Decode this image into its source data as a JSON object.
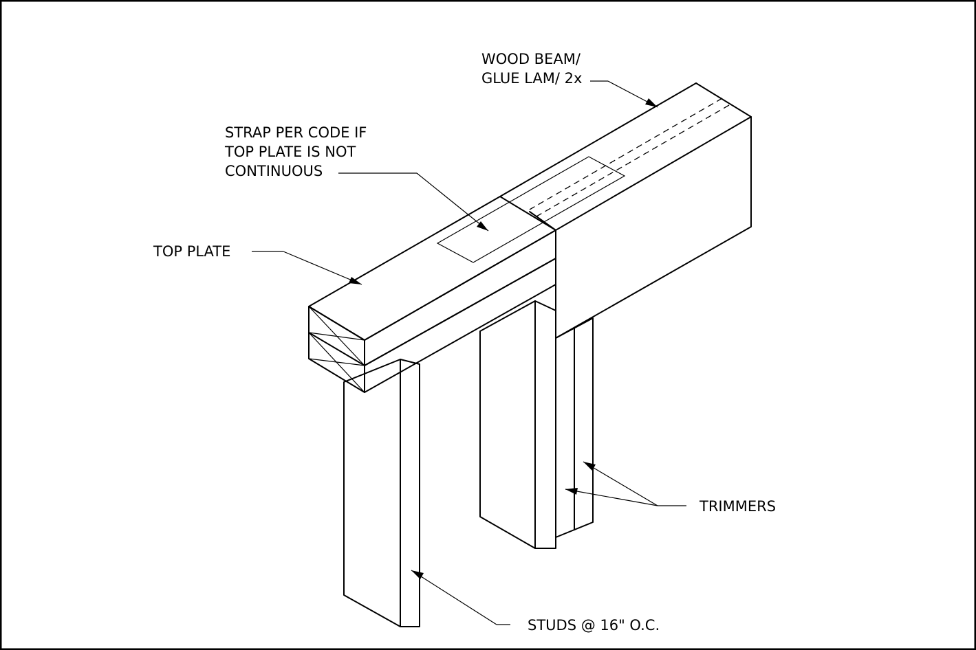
{
  "labels": {
    "wood_beam_line1": "WOOD BEAM/",
    "wood_beam_line2": "GLUE LAM/ 2x",
    "strap_line1": "STRAP PER CODE IF",
    "strap_line2": "TOP PLATE IS NOT",
    "strap_line3": "CONTINUOUS",
    "top_plate": "TOP PLATE",
    "trimmers": "TRIMMERS",
    "studs": "STUDS @ 16\" O.C."
  }
}
